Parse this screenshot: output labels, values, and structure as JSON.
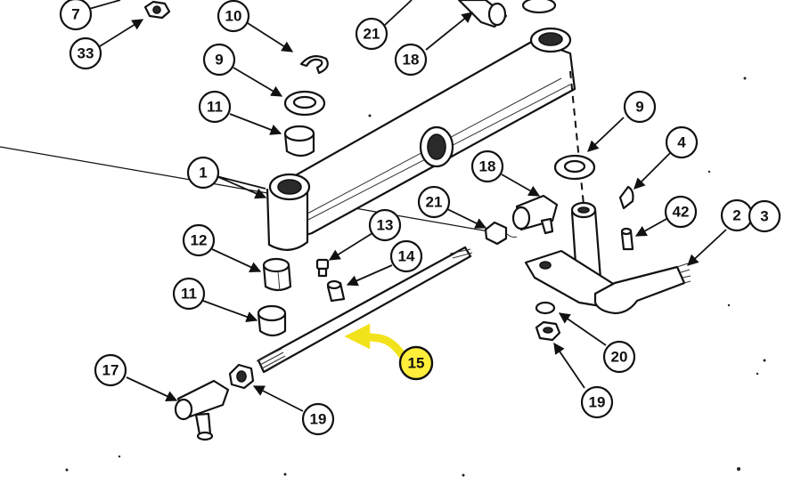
{
  "callouts": [
    {
      "id": "c7",
      "label": "7"
    },
    {
      "id": "c33",
      "label": "33"
    },
    {
      "id": "c10",
      "label": "10"
    },
    {
      "id": "c9a",
      "label": "9"
    },
    {
      "id": "c11a",
      "label": "11"
    },
    {
      "id": "c21a",
      "label": "21"
    },
    {
      "id": "c18a",
      "label": "18"
    },
    {
      "id": "c9b",
      "label": "9"
    },
    {
      "id": "c1",
      "label": "1"
    },
    {
      "id": "c18b",
      "label": "18"
    },
    {
      "id": "c4",
      "label": "4"
    },
    {
      "id": "c21b",
      "label": "21"
    },
    {
      "id": "c13",
      "label": "13"
    },
    {
      "id": "c42",
      "label": "42"
    },
    {
      "id": "c2",
      "label": "2"
    },
    {
      "id": "c3",
      "label": "3"
    },
    {
      "id": "c12",
      "label": "12"
    },
    {
      "id": "c14",
      "label": "14"
    },
    {
      "id": "c11b",
      "label": "11"
    },
    {
      "id": "c20",
      "label": "20"
    },
    {
      "id": "c15",
      "label": "15"
    },
    {
      "id": "c17",
      "label": "17"
    },
    {
      "id": "c19a",
      "label": "19"
    },
    {
      "id": "c19b",
      "label": "19"
    }
  ],
  "highlight": {
    "label": "15",
    "color": "#ffef3a"
  }
}
